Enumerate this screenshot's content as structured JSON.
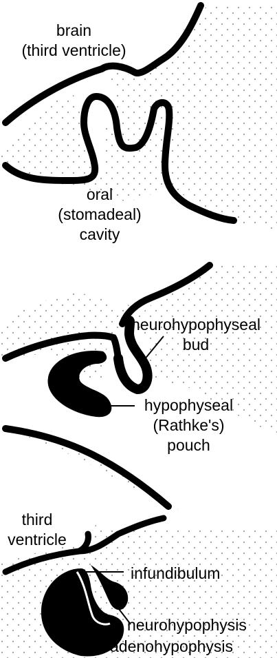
{
  "panels": [
    {
      "labels": {
        "brain": [
          "brain",
          "(third ventricle)"
        ],
        "oral": [
          "oral",
          "(stomadeal)",
          "cavity"
        ]
      }
    },
    {
      "labels": {
        "neuro_bud": [
          "neurohypophyseal",
          "bud"
        ],
        "rathke": [
          "hypophyseal",
          "(Rathke's)",
          "pouch"
        ]
      }
    },
    {
      "labels": {
        "third_ventricle": [
          "third",
          "ventricle"
        ],
        "infundibulum": "infundibulum",
        "neurohypophysis": "neurohypophysis",
        "adenohypophysis": "adenohypophysis"
      }
    }
  ],
  "colors": {
    "line": "#000000",
    "stipple": "#9a9a9a",
    "background": "#ffffff"
  }
}
